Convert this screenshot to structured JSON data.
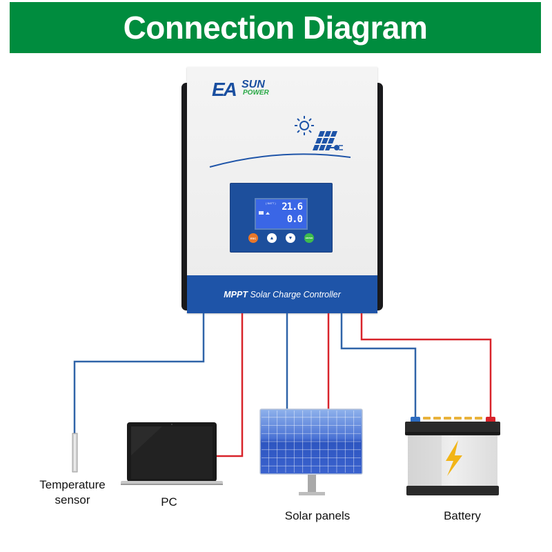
{
  "header": {
    "title": "Connection Diagram"
  },
  "device": {
    "brand_main": "EA",
    "brand_sun": "SUN",
    "brand_power": "POWER",
    "lcd": {
      "top_label": "( BATT )",
      "value_1": "21.6",
      "value_2": "0.0"
    },
    "buttons": [
      {
        "label": "ESC",
        "color": "#e8772a"
      },
      {
        "label": "▲",
        "color": "#ffffff"
      },
      {
        "label": "▼",
        "color": "#ffffff"
      },
      {
        "label": "ENTER",
        "color": "#3dbb4c"
      }
    ],
    "band_bold": "MPPT",
    "band_text": "Solar Charge Controller"
  },
  "components": {
    "temperature_sensor": {
      "label_line1": "Temperature",
      "label_line2": "sensor"
    },
    "pc": {
      "label": "PC"
    },
    "solar_panels": {
      "label": "Solar panels"
    },
    "battery": {
      "label": "Battery"
    }
  },
  "colors": {
    "banner": "#008c3e",
    "wire_negative": "#2f63a8",
    "wire_positive": "#d8232a",
    "device_band": "#1e54a8"
  }
}
